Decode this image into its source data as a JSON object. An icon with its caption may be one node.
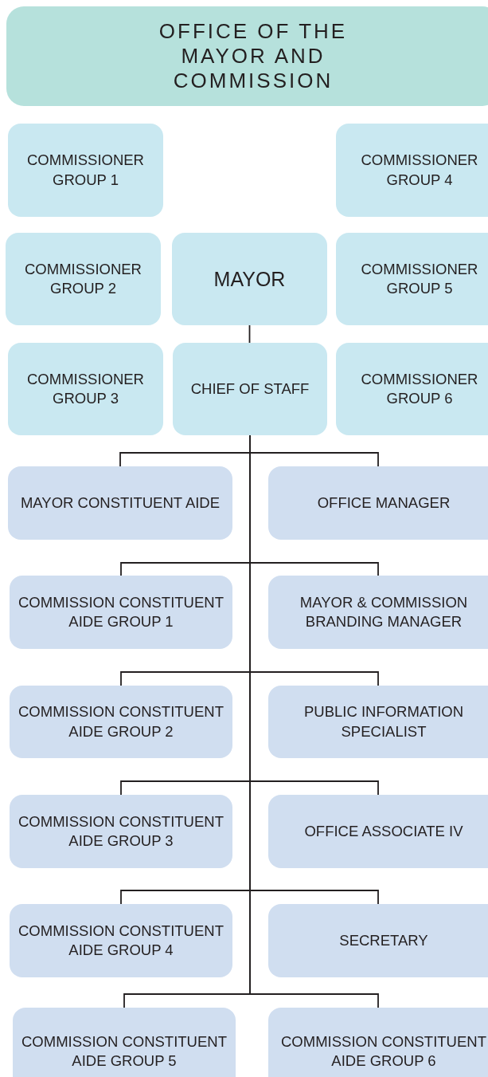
{
  "diagram": {
    "nodes": [
      {
        "text": [
          "OFFICE OF THE MAYOR AND COMMISSION"
        ]
      },
      {
        "text": [
          "COMMISSIONER GROUP 1"
        ]
      },
      {
        "text": [
          "COMMISSIONER GROUP 4"
        ]
      },
      {
        "text": [
          "COMMISSIONER GROUP 2"
        ]
      },
      {
        "text": [
          "MAYOR"
        ]
      },
      {
        "text": [
          "COMMISSIONER GROUP 5"
        ]
      },
      {
        "text": [
          "COMMISSIONER GROUP 3"
        ]
      },
      {
        "text": [
          "CHIEF OF STAFF"
        ]
      },
      {
        "text": [
          "COMMISSIONER GROUP 6"
        ]
      },
      {
        "text": [
          "MAYOR CONSTITUENT AIDE"
        ]
      },
      {
        "text": [
          "OFFICE MANAGER"
        ]
      },
      {
        "text": [
          "COMMISSION CONSTITUENT AIDE GROUP 1"
        ]
      },
      {
        "text": [
          "MAYOR & COMMISSION BRANDING MANAGER"
        ]
      },
      {
        "text": [
          "COMMISSION CONSTITUENT AIDE GROUP 2"
        ]
      },
      {
        "text": [
          "PUBLIC INFORMATION SPECIALIST"
        ]
      },
      {
        "text": [
          "COMMISSION CONSTITUENT AIDE GROUP 3"
        ]
      },
      {
        "text": [
          "OFFICE ASSOCIATE IV"
        ]
      },
      {
        "text": [
          "COMMISSION CONSTITUENT AIDE GROUP 4"
        ]
      },
      {
        "text": [
          "SECRETARY"
        ]
      },
      {
        "text": [
          "COMMISSION CONSTITUENT AIDE GROUP 5"
        ]
      },
      {
        "text": [
          "COMMISSION CONSTITUENT AIDE GROUP 6"
        ]
      }
    ],
    "edges": [
      {
        "from": 4,
        "to": 7,
        "arrow": "none"
      },
      {
        "from": 7,
        "to": 9,
        "arrow": "none"
      },
      {
        "from": 7,
        "to": 10,
        "arrow": "none"
      },
      {
        "from": 7,
        "to": 11,
        "arrow": "none"
      },
      {
        "from": 7,
        "to": 12,
        "arrow": "none"
      },
      {
        "from": 7,
        "to": 13,
        "arrow": "none"
      },
      {
        "from": 7,
        "to": 14,
        "arrow": "none"
      },
      {
        "from": 7,
        "to": 15,
        "arrow": "none"
      },
      {
        "from": 7,
        "to": 16,
        "arrow": "none"
      },
      {
        "from": 7,
        "to": 17,
        "arrow": "none"
      },
      {
        "from": 7,
        "to": 18,
        "arrow": "none"
      },
      {
        "from": 7,
        "to": 19,
        "arrow": "none"
      },
      {
        "from": 7,
        "to": 20,
        "arrow": "none"
      }
    ]
  }
}
